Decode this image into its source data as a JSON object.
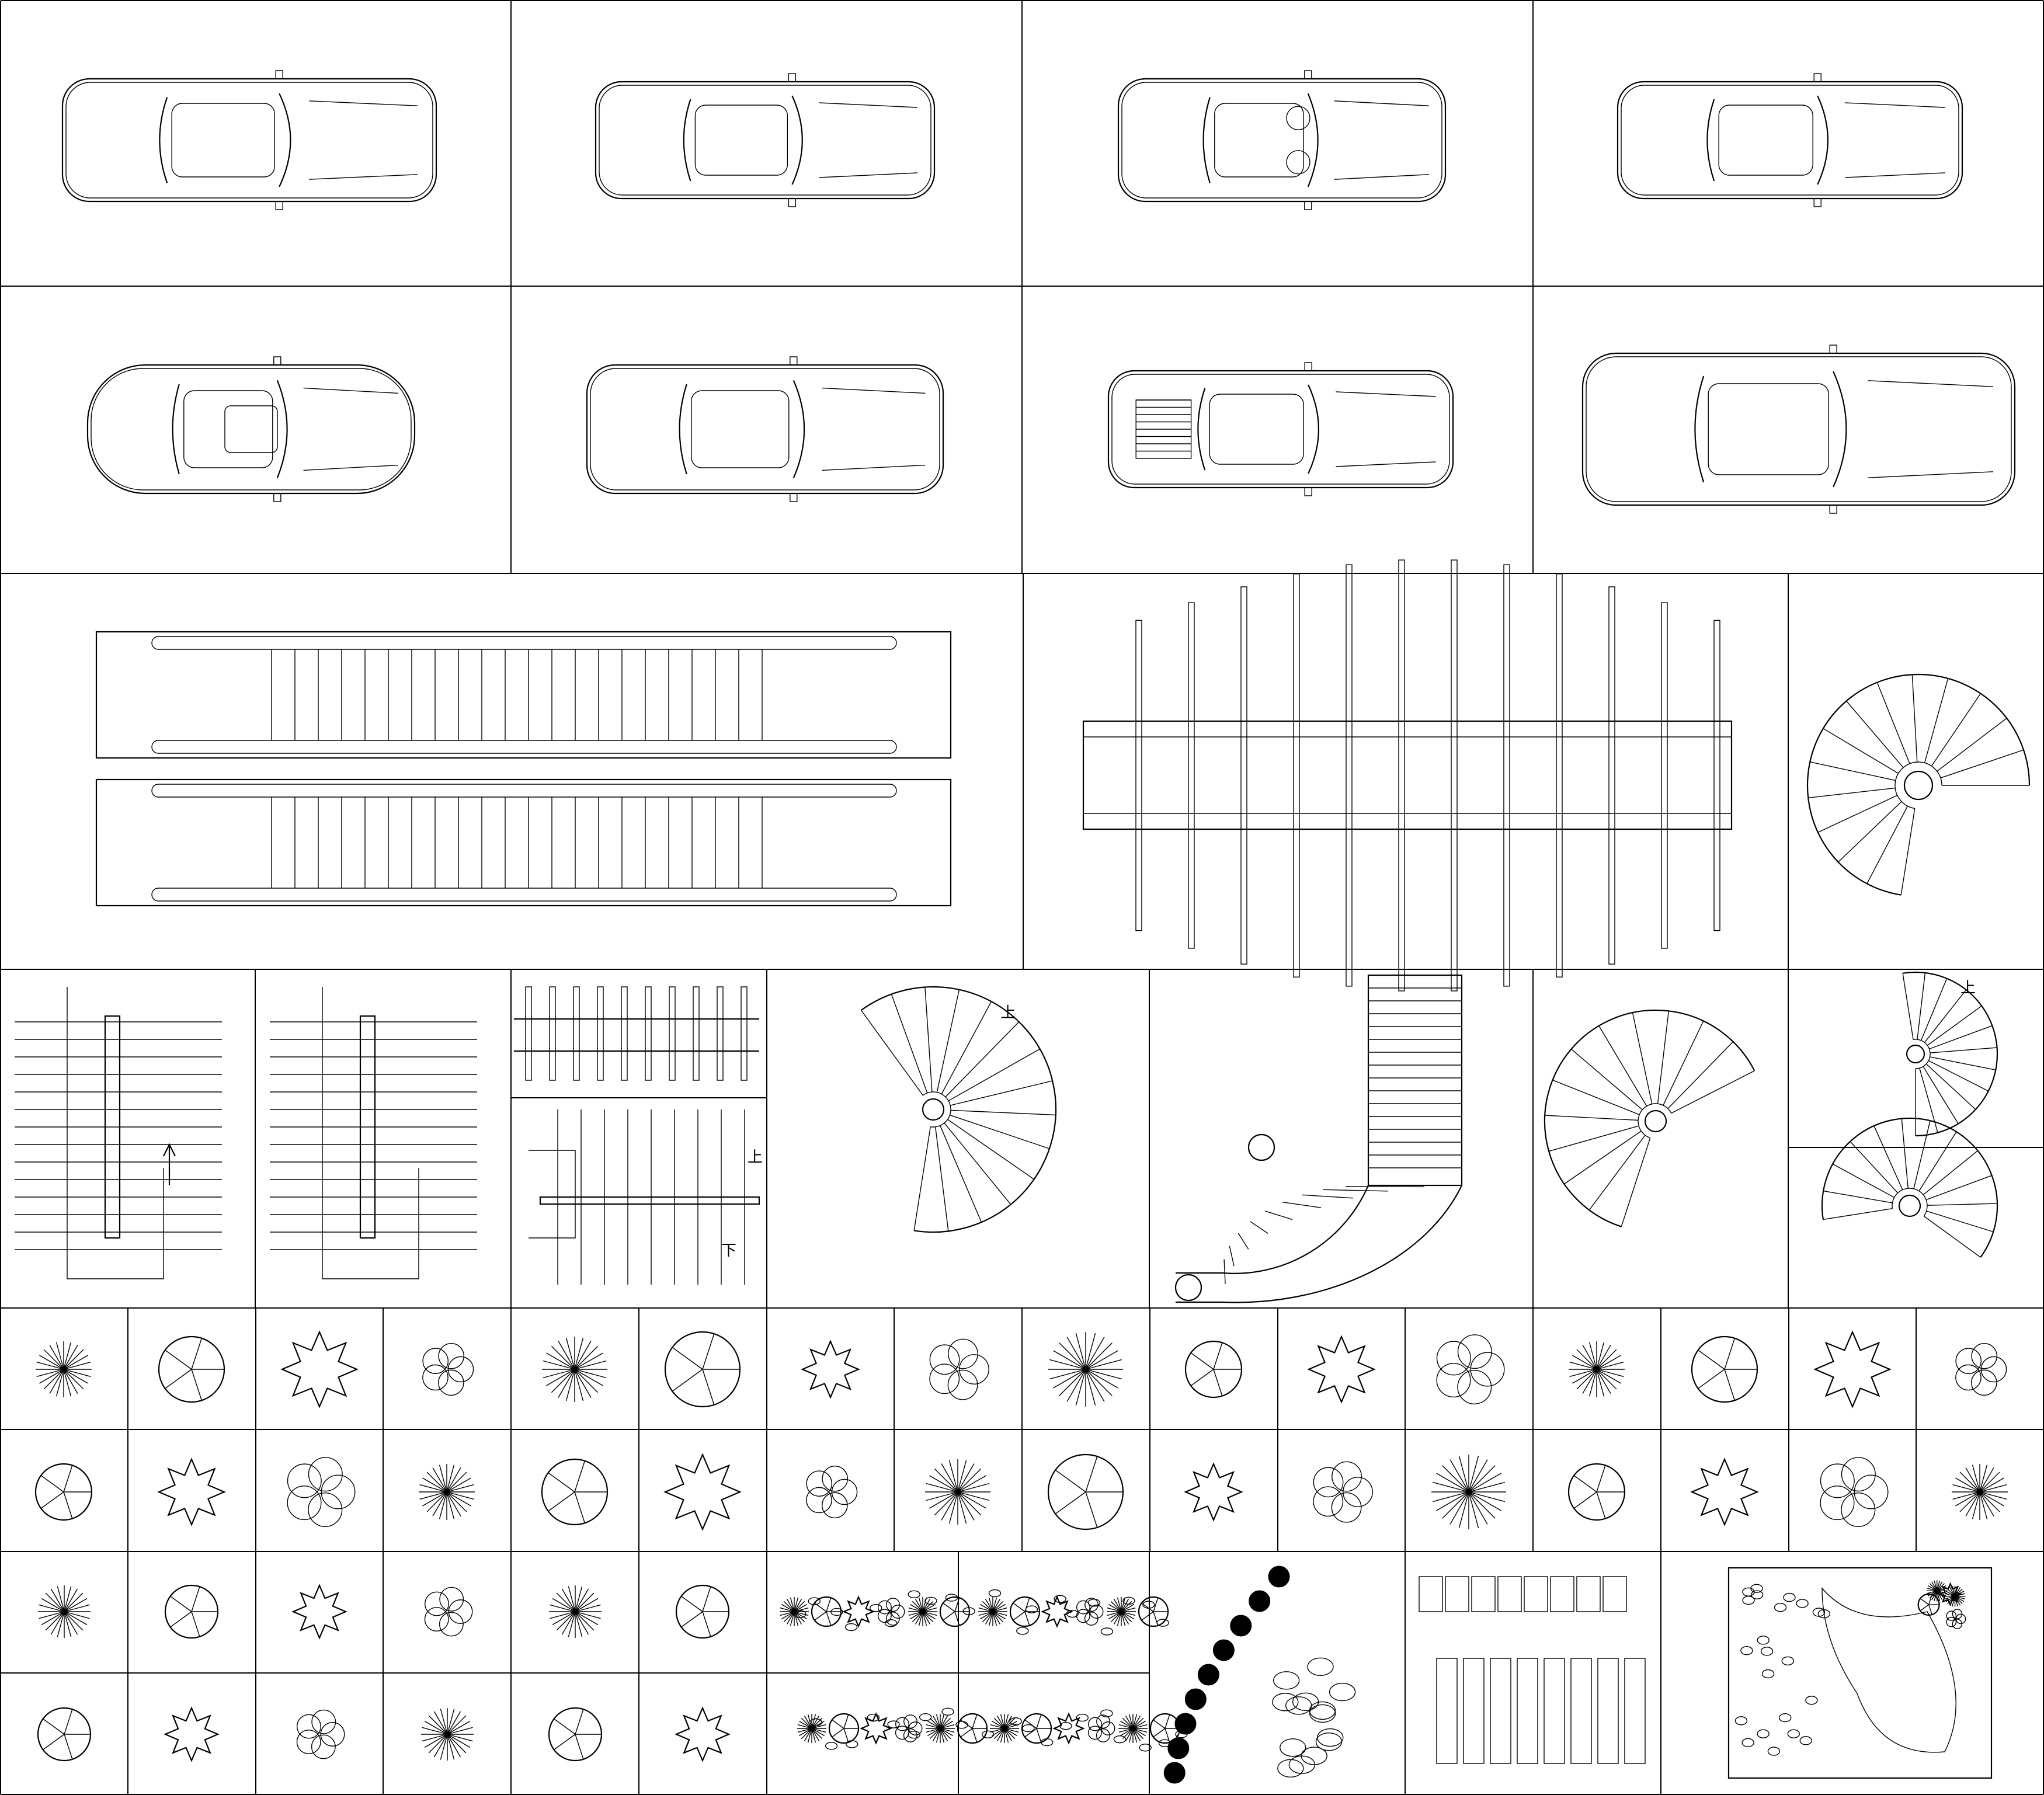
{
  "sheet": {
    "colors": {
      "line": "#000000",
      "background": "#ffffff"
    }
  },
  "labels": {
    "up": "上",
    "down": "下"
  },
  "sections": {
    "cars": [
      "sedan",
      "sports-coupe",
      "roadster",
      "sports-coupe",
      "beetle",
      "sports-coupe-wide",
      "open-top-supercar",
      "limousine"
    ],
    "stairs": [
      "escalator-pair",
      "curved-bridge",
      "spiral-stair",
      "dog-leg-stair",
      "dog-leg-stair",
      "straight-stair",
      "spiral-stair",
      "u-stair",
      "spiral-stair",
      "spiral-stair"
    ],
    "plants": [
      "plant-symbol-rows",
      "shrub-bed",
      "stepping-stones",
      "paving",
      "garden-plan"
    ]
  }
}
